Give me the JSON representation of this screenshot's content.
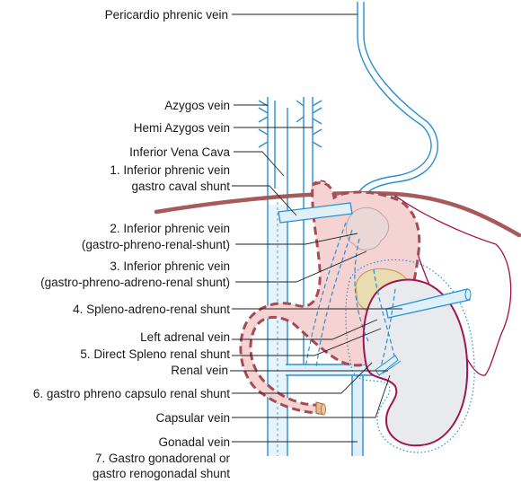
{
  "labels": {
    "pericardio_phrenic": "Pericardio phrenic vein",
    "azygos": "Azygos vein",
    "hemi_azygos": "Hemi Azygos vein",
    "ivc": "Inferior Vena Cava",
    "s1_line1": "1. Inferior phrenic vein",
    "s1_line2": "gastro caval shunt",
    "s2_line1": "2. Inferior phrenic vein",
    "s2_line2": "(gastro-phreno-renal-shunt)",
    "s3_line1": "3. Inferior phrenic vein",
    "s3_line2": "(gastro-phreno-adreno-renal shunt)",
    "s4": "4. Spleno-adreno-renal shunt",
    "left_adrenal": "Left adrenal vein",
    "s5": "5. Direct Spleno renal shunt",
    "renal_vein": "Renal vein",
    "s6": "6. gastro phreno capsulo renal shunt",
    "capsular": "Capsular vein",
    "gonadal": "Gonadal vein",
    "s7_line1": "7. Gastro gonadorenal or",
    "s7_line2": "gastro renogonadal shunt"
  },
  "colors": {
    "vein": "#2a8fd0",
    "stomach_fill": "#f6d3d3",
    "stomach_outline": "#a54b55",
    "diaphragm": "#a85a5a",
    "spleen": "#a01244",
    "kidney_fill": "#e8eaee",
    "kidney_outline": "#a0154f",
    "adrenal_fill": "#e8dcb0"
  },
  "icons": [
    "stomach-illustration",
    "kidney-illustration",
    "spleen-illustration",
    "adrenal-gland-illustration",
    "diaphragm-illustration"
  ]
}
